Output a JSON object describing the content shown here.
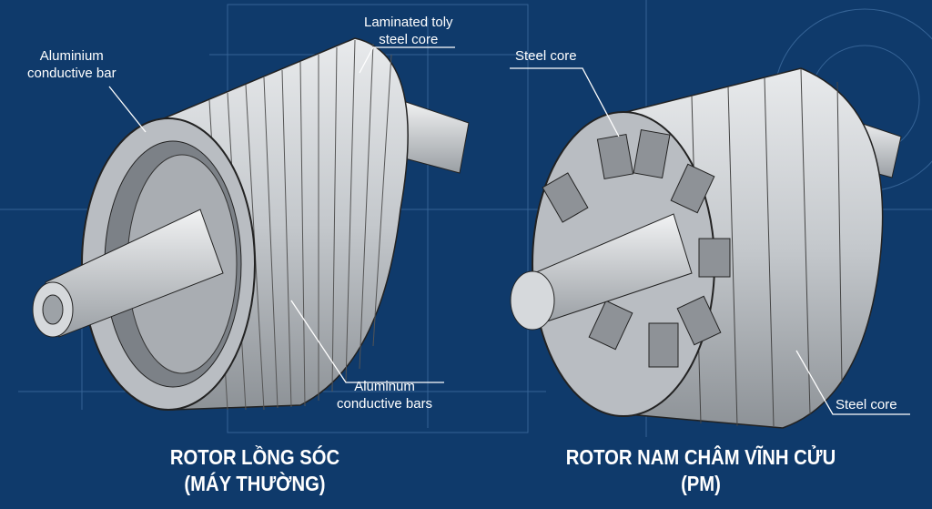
{
  "labels": {
    "aluminium_bar": [
      "Aluminium",
      "conductive bar"
    ],
    "laminated_core": [
      "Laminated toly",
      "steel core"
    ],
    "aluminum_bars": [
      "Aluminum",
      "conductive bars"
    ],
    "steel_core_top": "Steel core",
    "steel_core_bottom": "Steel core"
  },
  "titles": {
    "left": [
      "ROTOR LỒNG SÓC",
      "(MÁY THƯỜNG)"
    ],
    "right": [
      "ROTOR NAM CHÂM VĨNH CỬU",
      "(PM)"
    ]
  },
  "colors": {
    "background": "#0f3a6b",
    "blueprint_lines": "#4f7fb3",
    "metal": "#c9cdd2",
    "magnet": "#8e9297"
  }
}
